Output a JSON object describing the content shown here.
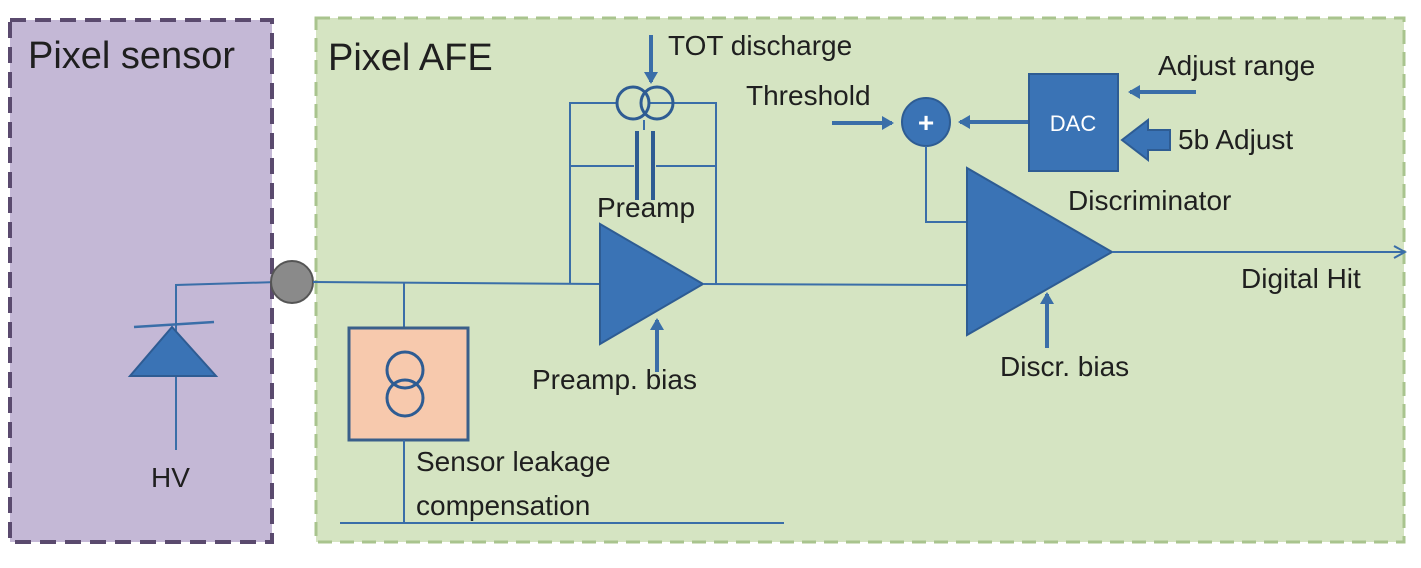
{
  "diagram": {
    "sensor_region": {
      "title": "Pixel sensor",
      "hv_label": "HV"
    },
    "afe_region": {
      "title": "Pixel AFE"
    },
    "labels": {
      "tot_discharge": "TOT discharge",
      "threshold": "Threshold",
      "adjust_range": "Adjust range",
      "dac": "DAC",
      "adjust_5b": "5b Adjust",
      "preamp": "Preamp",
      "discriminator": "Discriminator",
      "digital_hit": "Digital Hit",
      "preamp_bias": "Preamp. bias",
      "discr_bias": "Discr. bias",
      "leakage_line1": "Sensor leakage",
      "leakage_line2": "compensation",
      "plus": "+"
    },
    "colors": {
      "sensor_fill": "#c4b8d6",
      "sensor_border": "#5a4a6e",
      "afe_fill": "#d5e4c2",
      "afe_border": "#a9c48e",
      "block_blue": "#3a73b5",
      "line_blue": "#3a6ea8",
      "leakage_fill": "#f7c9ad",
      "leakage_border": "#3a5f8a",
      "node_gray": "#8a8a8a"
    }
  }
}
